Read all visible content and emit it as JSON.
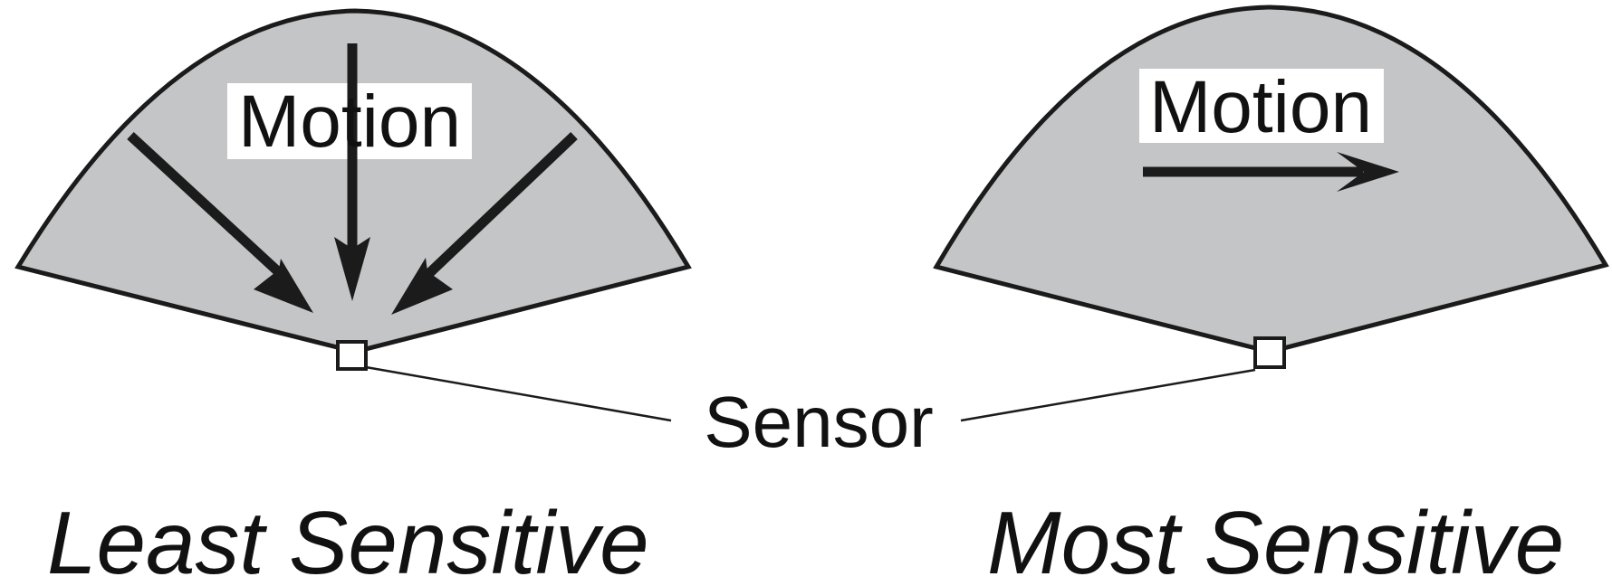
{
  "colors": {
    "background": "#ffffff",
    "zone_fill": "#c4c5c6",
    "ink": "#1b1b1b",
    "label_box": "#ffffff"
  },
  "left_panel": {
    "motion_label": "Motion",
    "caption": "Least Sensitive",
    "arrow_directions": [
      "toward-sensor-from-upper-left",
      "toward-sensor-from-top",
      "toward-sensor-from-upper-right"
    ]
  },
  "right_panel": {
    "motion_label": "Motion",
    "caption": "Most Sensitive",
    "arrow_directions": [
      "left-to-right-across-zone"
    ]
  },
  "sensor_label": "Sensor"
}
